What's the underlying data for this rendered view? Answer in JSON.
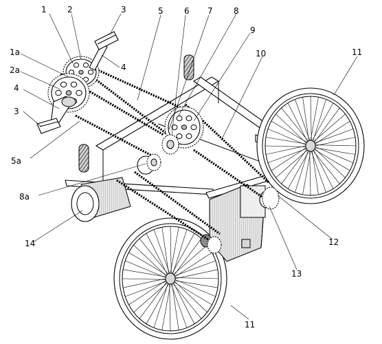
{
  "labels": {
    "l1": "1",
    "l2": "2",
    "l3": "3",
    "l4": "4",
    "l5": "5",
    "l6": "6",
    "l7": "7",
    "l8": "8",
    "l9": "9",
    "l10": "10",
    "l11": "11",
    "l12": "12",
    "l13": "13",
    "l14": "14",
    "l1a": "1a",
    "l2a": "2a",
    "l5a": "5a",
    "l8a": "8a"
  }
}
